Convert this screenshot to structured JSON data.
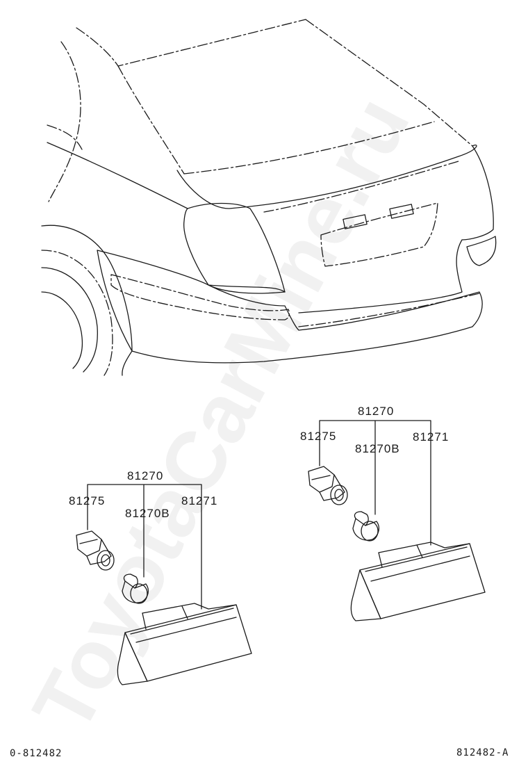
{
  "watermark": "ToyotaCarMine.ru",
  "groups": [
    {
      "assembly": "81270",
      "socket": "81275",
      "bulb": "81270B",
      "lens": "81271"
    },
    {
      "assembly": "81270",
      "socket": "81275",
      "bulb": "81270B",
      "lens": "81271"
    }
  ],
  "footer": {
    "left_code": "0-812482",
    "right_code": "812482-A"
  },
  "colors": {
    "line": "#1a1a1a",
    "background": "#ffffff"
  }
}
